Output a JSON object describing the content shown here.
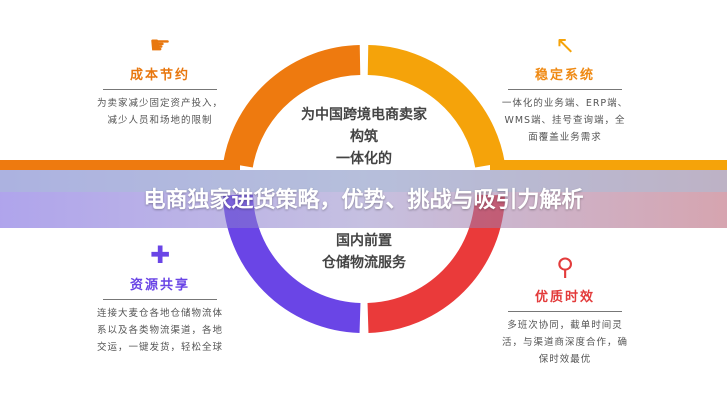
{
  "headline": "电商独家进货策略，优势、挑战与吸引力解析",
  "center": {
    "lines": [
      "为中国跨境电商卖家",
      "构筑",
      "一体化的",
      "国内前置",
      "仓储物流服务"
    ]
  },
  "blocks": [
    {
      "title": "成本节约",
      "icon": "hand-pointer-icon",
      "color": "#e8770e",
      "desc": "为卖家减少固定资产投入，减少人员和场地的限制"
    },
    {
      "title": "稳定系统",
      "icon": "cursor-arrow-icon",
      "color": "#ef8a14",
      "desc": "一体化的业务端、ERP端、WMS端、挂号查询端，全面覆盖业务需求"
    },
    {
      "title": "资源共享",
      "icon": "puzzle-icon",
      "color": "#6a45e6",
      "desc": "连接大麦仓各地仓储物流体系以及各类物流渠道，各地交运，一键发货，轻松全球"
    },
    {
      "title": "优质时效",
      "icon": "magnifier-icon",
      "color": "#e33b3b",
      "desc": "多班次协同，截单时间灵活，与渠道商深度合作，确保时效最优"
    }
  ],
  "colors": {
    "orange": "#ee7a0f",
    "amber": "#f5a30a",
    "purple": "#6a45e6",
    "red": "#ea3a3a"
  }
}
